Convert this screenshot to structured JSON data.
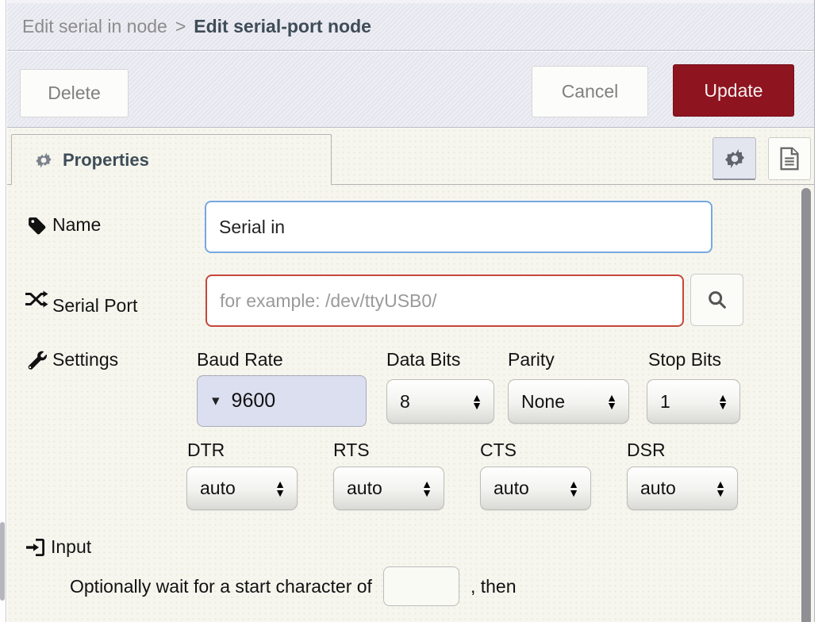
{
  "breadcrumb": {
    "parent": "Edit serial in node",
    "separator": ">",
    "current": "Edit serial-port node"
  },
  "toolbar": {
    "delete": "Delete",
    "cancel": "Cancel",
    "update": "Update"
  },
  "tab_bar": {
    "properties_label": "Properties",
    "icon_buttons": [
      "gear-icon",
      "document-icon"
    ]
  },
  "form": {
    "name": {
      "label": "Name",
      "value": "Serial in"
    },
    "serial_port": {
      "label": "Serial Port",
      "placeholder": "for example: /dev/ttyUSB0/"
    },
    "settings": {
      "label": "Settings",
      "baud_rate": {
        "label": "Baud Rate",
        "value": "9600"
      },
      "data_bits": {
        "label": "Data Bits",
        "value": "8"
      },
      "parity": {
        "label": "Parity",
        "value": "None"
      },
      "stop_bits": {
        "label": "Stop Bits",
        "value": "1"
      },
      "dtr": {
        "label": "DTR",
        "value": "auto"
      },
      "rts": {
        "label": "RTS",
        "value": "auto"
      },
      "cts": {
        "label": "CTS",
        "value": "auto"
      },
      "dsr": {
        "label": "DSR",
        "value": "auto"
      }
    },
    "input_section": {
      "label": "Input",
      "text_before": "Optionally wait for a start character of",
      "char_value": "",
      "text_after": ", then"
    }
  },
  "icons": {
    "caret_down": "▾",
    "spinner_up": "▲",
    "spinner_down": "▼"
  },
  "colors": {
    "update_button_bg": "#8e1420",
    "name_input_border": "#76a9e0",
    "serial_input_border": "#c5473a",
    "baud_select_bg": "#dcdff0",
    "header_bg": "#e8e8f0",
    "body_bg": "#f6f6ef"
  }
}
